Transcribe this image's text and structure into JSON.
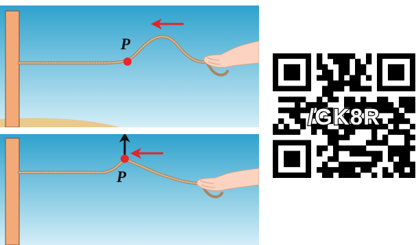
{
  "top_panel": {
    "point_label": "P"
  },
  "bottom_panel": {
    "point_label": "P"
  },
  "qr_code": {
    "overlay_text": "/GK8R"
  },
  "colors": {
    "sky_top": "#2fa2cd",
    "sky_bottom": "#d4eef7",
    "wall": "#f3a978",
    "sand": "#eac98d",
    "rope": "#c4a383",
    "point": "#e8262c",
    "arrow_red": "#e0262a",
    "arrow_black": "#111111",
    "skin": "#fbd3c0"
  }
}
